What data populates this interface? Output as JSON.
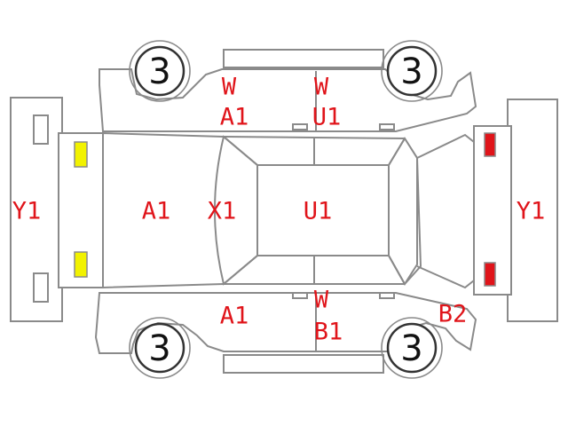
{
  "colors": {
    "label": "#e0141a",
    "outline": "#8a8a8a",
    "front_lights": "#f2f200",
    "rear_lights": "#e0141a"
  },
  "labels": {
    "front_bumper": "Y1",
    "rear_bumper": "Y1",
    "hood": "A1",
    "windshield": "X1",
    "roof": "U1",
    "top_fender_a": "A1",
    "top_pillar_w1": "W",
    "top_pillar_w2": "W",
    "top_sill_u": "U1",
    "bottom_fender_a": "A1",
    "bottom_pillar_w": "W",
    "bottom_sill_b": "B1",
    "rear_quarter_b": "B2"
  },
  "wheels": {
    "front_left": "3",
    "rear_left": "3",
    "front_right": "3",
    "rear_right": "3"
  },
  "icons": {
    "front_lights": "headlight-icon",
    "rear_lights": "taillight-icon"
  }
}
